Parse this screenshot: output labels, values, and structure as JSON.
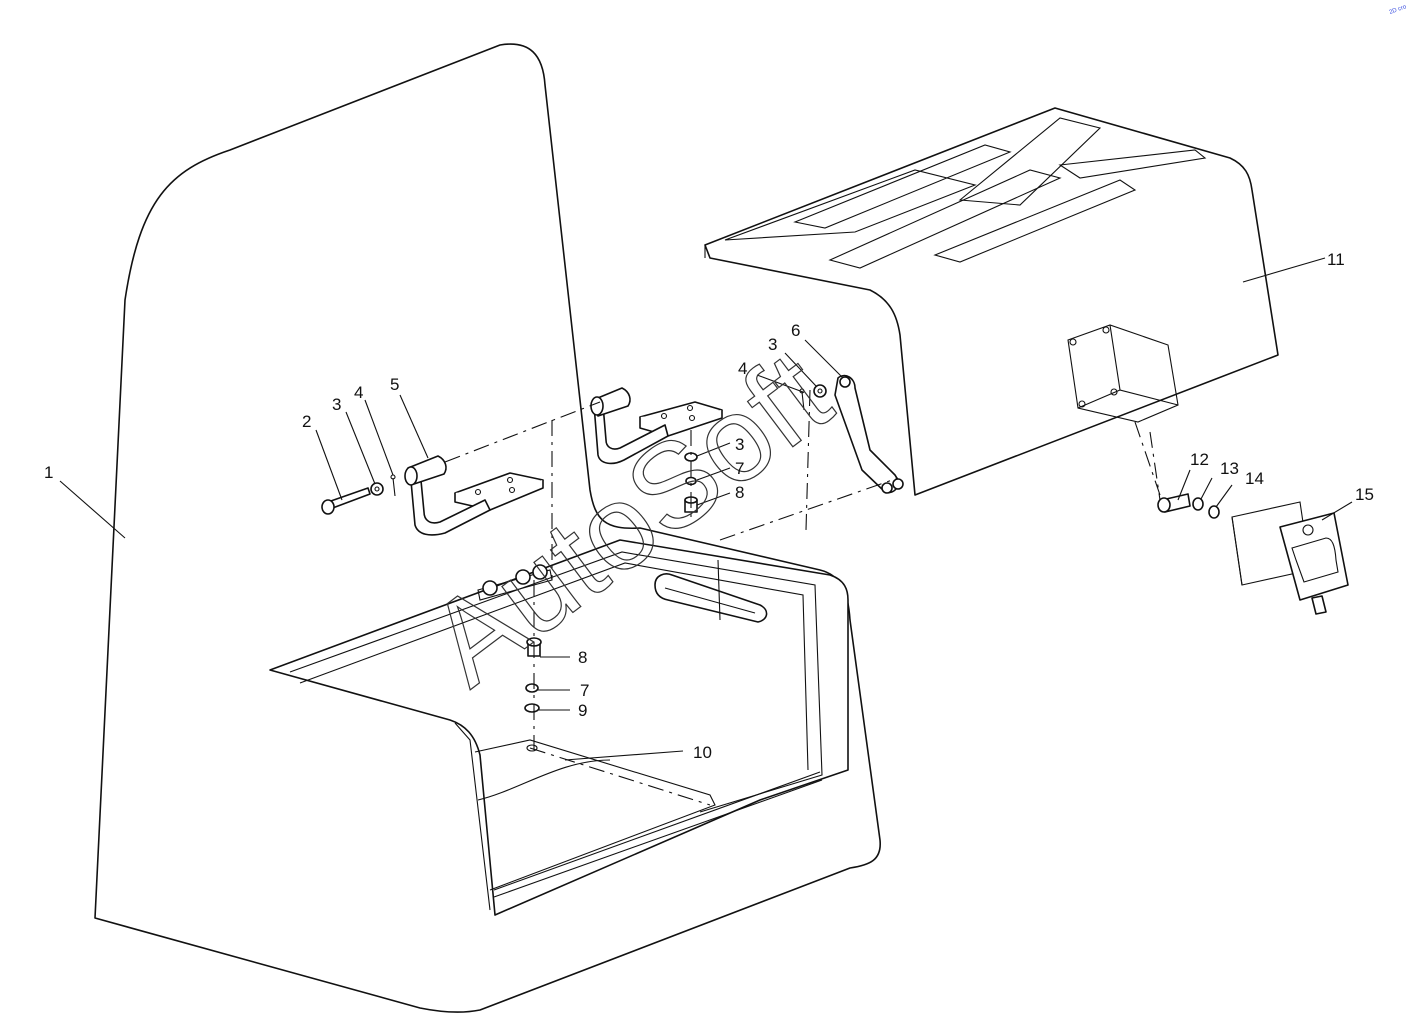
{
  "watermark": "AutoSoft",
  "corner_mark": "2D cro",
  "callouts": [
    {
      "id": "c1",
      "text": "1"
    },
    {
      "id": "c2",
      "text": "2"
    },
    {
      "id": "c3a",
      "text": "3"
    },
    {
      "id": "c4a",
      "text": "4"
    },
    {
      "id": "c5",
      "text": "5"
    },
    {
      "id": "c3b",
      "text": "3"
    },
    {
      "id": "c7a",
      "text": "7"
    },
    {
      "id": "c8a",
      "text": "8"
    },
    {
      "id": "c4b",
      "text": "4"
    },
    {
      "id": "c3c",
      "text": "3"
    },
    {
      "id": "c6",
      "text": "6"
    },
    {
      "id": "c11",
      "text": "11"
    },
    {
      "id": "c8b",
      "text": "8"
    },
    {
      "id": "c7b",
      "text": "7"
    },
    {
      "id": "c9",
      "text": "9"
    },
    {
      "id": "c10",
      "text": "10"
    },
    {
      "id": "c12",
      "text": "12"
    },
    {
      "id": "c13",
      "text": "13"
    },
    {
      "id": "c14",
      "text": "14"
    },
    {
      "id": "c15",
      "text": "15"
    }
  ]
}
